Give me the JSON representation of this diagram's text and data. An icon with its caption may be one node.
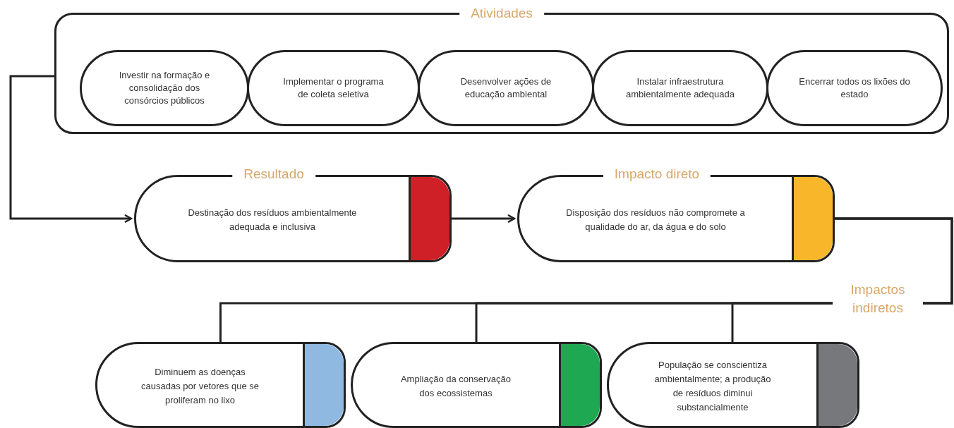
{
  "diagram": {
    "nodes": [
      {
        "text": [
          "Atividades"
        ]
      },
      {
        "text": [
          "Investir na formação e consolidação dos consórcios públicos"
        ],
        "in": 0
      },
      {
        "text": [
          "Implementar o programa de coleta seletiva"
        ],
        "in": 0
      },
      {
        "text": [
          "Desenvolver ações de educação ambiental"
        ],
        "in": 0
      },
      {
        "text": [
          "Instalar infraestrutura ambientalmente adequada"
        ],
        "in": 0
      },
      {
        "text": [
          "Encerrar todos os lixões do estado"
        ],
        "in": 0
      },
      {
        "text": [
          "Resultado",
          "Destinação dos resíduos ambientalmente adequada e inclusiva"
        ]
      },
      {
        "text": [
          "Impacto direto",
          "Disposição dos resíduos não compromete a qualidade do ar, da água e do solo"
        ]
      },
      {
        "text": [
          "Diminuem as doenças causadas por vetores que se proliferam no lixo"
        ]
      },
      {
        "text": [
          "Ampliação da conservação dos ecossistemas"
        ]
      },
      {
        "text": [
          "População se conscientiza ambientalmente; a produção de resíduos diminui substancialmente"
        ]
      },
      {
        "text": [],
        "shape": "bar",
        "in": 6
      },
      {
        "text": [],
        "shape": "bar",
        "in": 7
      },
      {
        "text": [],
        "shape": "bar",
        "in": 8
      },
      {
        "text": [],
        "shape": "bar",
        "in": 9
      },
      {
        "text": [],
        "shape": "bar",
        "in": 10
      }
    ],
    "edges": [
      {
        "from": 0,
        "to": 6,
        "arrow": "to"
      },
      {
        "from": 6,
        "to": 7,
        "arrow": "to"
      },
      {
        "from": 7,
        "to": 8,
        "arrow": "none"
      },
      {
        "from": 7,
        "to": 9,
        "arrow": "none"
      },
      {
        "from": 7,
        "to": 10,
        "arrow": "none"
      }
    ],
    "labels": [
      "Impactos indiretos"
    ]
  }
}
